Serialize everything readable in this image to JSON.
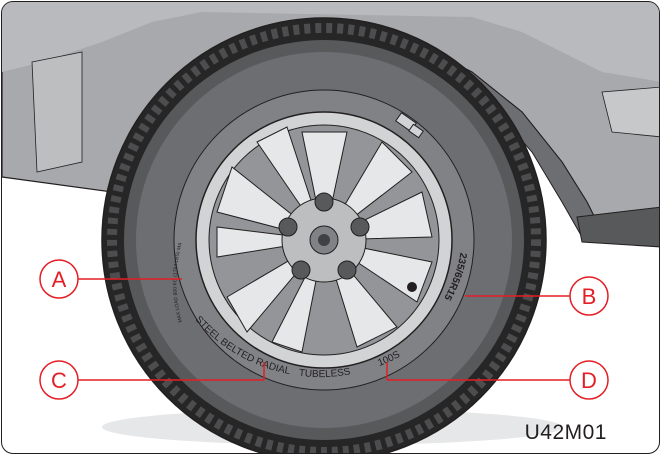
{
  "figure": {
    "code": "U42M01",
    "colors": {
      "callout": "#e31e24",
      "tire": "#4d4d4f",
      "tire_dark": "#262626",
      "body": "#a7a9ac",
      "wheel": "#d1d3d4",
      "outline": "#231f20"
    }
  },
  "callouts": [
    {
      "letter": "A"
    },
    {
      "letter": "B"
    },
    {
      "letter": "C"
    },
    {
      "letter": "D"
    }
  ],
  "sidewall": {
    "size": "235/65R15",
    "construction": "STEEL BELTED RADIAL",
    "tubeless": "TUBELESS",
    "load_speed": "100S",
    "pressure_note": "MAX LOAD 800 KG (1764 LBS) MAX PRESS 350 kPa (51 PSI)"
  }
}
